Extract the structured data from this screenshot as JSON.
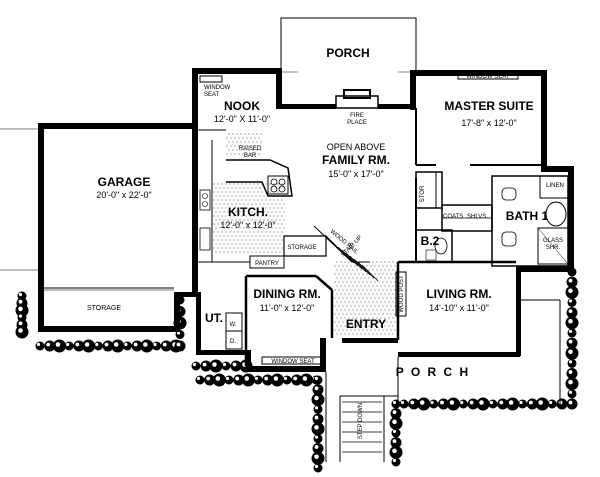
{
  "rooms": {
    "porch_rear": {
      "name": "PORCH"
    },
    "nook": {
      "name": "NOOK",
      "dims": "12'-0\" X 11'-0\""
    },
    "window_seat_nook": {
      "line1": "WINDOW",
      "line2": "SEAT"
    },
    "fireplace": {
      "line1": "FIRE",
      "line2": "PLACE"
    },
    "family": {
      "note": "OPEN ABOVE",
      "name": "FAMILY RM.",
      "dims": "15'-0\" x 17'-0\""
    },
    "master": {
      "name": "MASTER SUITE",
      "dims": "17'-8\" x 12'-0\""
    },
    "window_seat_master": {
      "label": "WINDOW SEAT"
    },
    "garage": {
      "name": "GARAGE",
      "dims": "20'-0\" x 22'-0\""
    },
    "garage_storage": {
      "label": "STORAGE"
    },
    "raised_bar": {
      "line1": "RAISED",
      "line2": "BAR"
    },
    "kitchen": {
      "name": "KITCH.",
      "dims": "12'-0\" x 12'-0\""
    },
    "storage_stair": {
      "label": "STORAGE"
    },
    "pantry": {
      "label": "PANTRY"
    },
    "wood_rail": {
      "label": "WOOD RAIL"
    },
    "stair_up": {
      "label": "STAIR UP"
    },
    "stor": {
      "label": "STOR"
    },
    "linen": {
      "label": "LINEN"
    },
    "coats": {
      "label": "COATS"
    },
    "shlvs": {
      "label": "SHLVS."
    },
    "bath1": {
      "name": "BATH 1"
    },
    "b2": {
      "name": "B.2"
    },
    "glass_shr": {
      "line1": "GLASS",
      "line2": "SHR."
    },
    "dining": {
      "name": "DINING RM.",
      "dims": "11'-0\" x 12'-0\""
    },
    "living": {
      "name": "LIVING RM.",
      "dims": "14'-10\" x 11'-0\""
    },
    "wood_post": {
      "label": "WOOD POST"
    },
    "ut": {
      "name": "UT."
    },
    "w": {
      "label": "W."
    },
    "d": {
      "label": "D."
    },
    "entry": {
      "name": "ENTRY"
    },
    "window_seat_dining": {
      "label": "WINDOW SEAT"
    },
    "porch_front": {
      "name": "P O R C H"
    },
    "step_down": {
      "label": "STEP DOWN"
    }
  }
}
